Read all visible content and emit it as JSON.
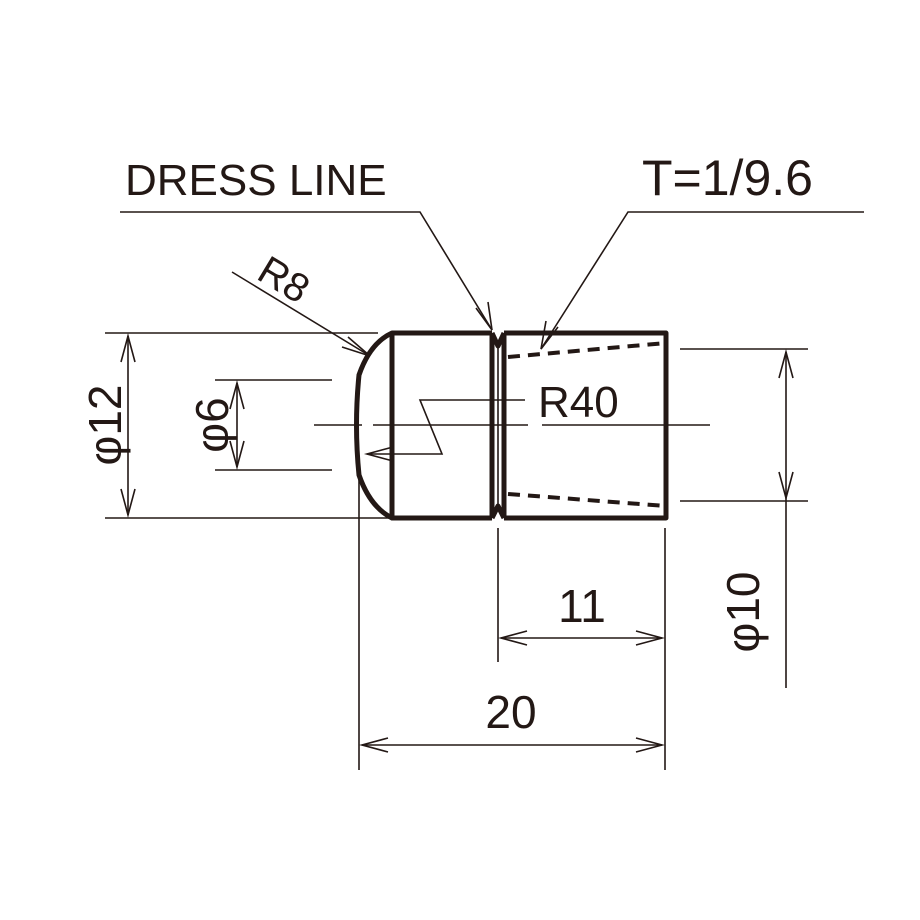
{
  "labels": {
    "dress_line": "DRESS LINE",
    "taper": "T=1/9.6",
    "r8": "R8",
    "r40": "R40",
    "phi12": "φ12",
    "phi6": "φ6",
    "phi10": "φ10",
    "dim11": "11",
    "dim20": "20"
  },
  "colors": {
    "ink": "#231815",
    "background": "#ffffff"
  }
}
